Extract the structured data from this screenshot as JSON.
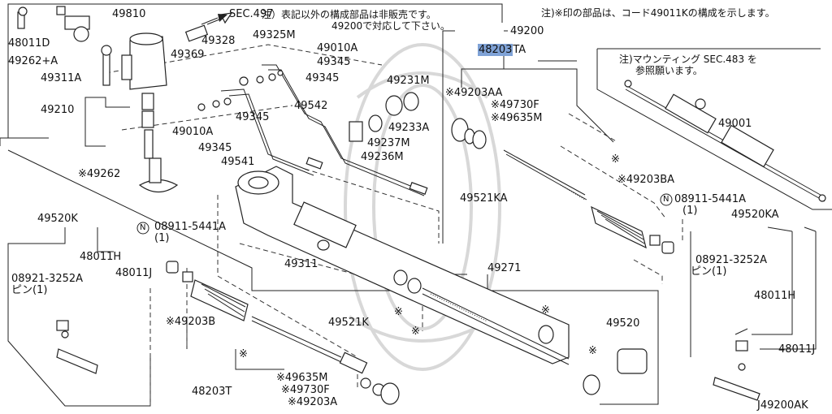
{
  "notes": {
    "non_sale": "注）表記以外の構成部品は非販売です。",
    "non_sale_2": "49200で対応して下さい。",
    "component": "注)※印の部品は、コード49011Kの構成を示します。",
    "mounting": "注)マウンティング SEC.483 を",
    "mounting_2": "参照願います。"
  },
  "refs": {
    "sec497": "SEC.497",
    "diagram_code": "J49200AK"
  },
  "labels": {
    "p49810": "49810",
    "p48011D": "48011D",
    "p49262A": "49262+A",
    "p49311A": "49311A",
    "p49210": "49210",
    "p49262": "※49262",
    "p49328": "49328",
    "p49325M": "49325M",
    "p49369": "49369",
    "p49010A_1": "49010A",
    "p49345_1": "49345",
    "p49345_2": "49345",
    "p49345_3": "49345",
    "p49010A_2": "49010A",
    "p49345_4": "49345",
    "p49542": "49542",
    "p49541": "49541",
    "p49231M": "49231M",
    "p49233A": "49233A",
    "p49237M": "49237M",
    "p49236M": "49236M",
    "p49200": "49200",
    "p48203TA": "48203",
    "p48203TA_suffix": "TA",
    "p49203AA": "※49203AA",
    "p49730F_1": "※49730F",
    "p49635M_1": "※49635M",
    "p49521KA": "49521KA",
    "p49203BA": "※49203BA",
    "p08911_r": "08911-5441A",
    "p08911_r_qty": "(1)",
    "p49001": "49001",
    "p49520KA": "49520KA",
    "p08921_r": "08921-3252A",
    "pin_r": "ピン(1)",
    "p48011H_r": "48011H",
    "p48011J_r": "48011J",
    "p49520K": "49520K",
    "p08911_l": "08911-5441A",
    "p08911_l_qty": "(1)",
    "p48011H_l": "48011H",
    "p08921_l": "08921-3252A",
    "pin_l": "ピン(1)",
    "p48011J_l": "48011J",
    "p49311": "49311",
    "p49271": "49271",
    "p49203B": "※49203B",
    "p49521K": "49521K",
    "p49520": "49520",
    "p49635M_2": "※49635M",
    "p49730F_2": "※49730F",
    "p49203A": "※49203A",
    "p48203T": "48203T",
    "n_circle": "N",
    "mark": "※"
  }
}
